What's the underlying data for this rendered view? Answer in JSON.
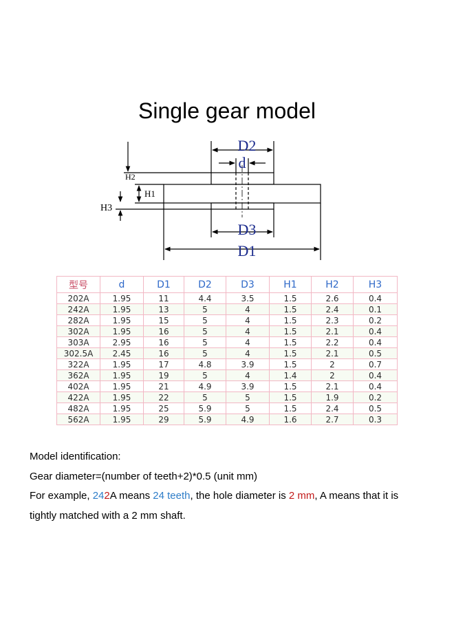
{
  "title": "Single gear model",
  "diagram": {
    "labels": {
      "d2": "D2",
      "d": "d",
      "d3": "D3",
      "d1": "D1",
      "h1": "H1",
      "h2": "H2",
      "h3": "H3"
    },
    "colors": {
      "line": "#000000",
      "dim_text": "#1a2a8c",
      "label_text": "#000000"
    }
  },
  "table": {
    "headers": [
      "型号",
      "d",
      "D1",
      "D2",
      "D3",
      "H1",
      "H2",
      "H3"
    ],
    "rows": [
      [
        "202A",
        "1.95",
        "11",
        "4.4",
        "3.5",
        "1.5",
        "2.6",
        "0.4"
      ],
      [
        "242A",
        "1.95",
        "13",
        "5",
        "4",
        "1.5",
        "2.4",
        "0.1"
      ],
      [
        "282A",
        "1.95",
        "15",
        "5",
        "4",
        "1.5",
        "2.3",
        "0.2"
      ],
      [
        "302A",
        "1.95",
        "16",
        "5",
        "4",
        "1.5",
        "2.1",
        "0.4"
      ],
      [
        "303A",
        "2.95",
        "16",
        "5",
        "4",
        "1.5",
        "2.2",
        "0.4"
      ],
      [
        "302.5A",
        "2.45",
        "16",
        "5",
        "4",
        "1.5",
        "2.1",
        "0.5"
      ],
      [
        "322A",
        "1.95",
        "17",
        "4.8",
        "3.9",
        "1.5",
        "2",
        "0.7"
      ],
      [
        "362A",
        "1.95",
        "19",
        "5",
        "4",
        "1.4",
        "2",
        "0.4"
      ],
      [
        "402A",
        "1.95",
        "21",
        "4.9",
        "3.9",
        "1.5",
        "2.1",
        "0.4"
      ],
      [
        "422A",
        "1.95",
        "22",
        "5",
        "5",
        "1.5",
        "1.9",
        "0.2"
      ],
      [
        "482A",
        "1.95",
        "25",
        "5.9",
        "5",
        "1.5",
        "2.4",
        "0.5"
      ],
      [
        "562A",
        "1.95",
        "29",
        "5.9",
        "4.9",
        "1.6",
        "2.7",
        "0.3"
      ]
    ]
  },
  "notes": {
    "line1": "Model identification:",
    "line2": "Gear diameter=(number of teeth+2)*0.5 (unit mm)",
    "example": {
      "prefix": "For example, ",
      "model_teeth": "24",
      "model_hole": "2",
      "model_suffix": "A means ",
      "teeth": "24 teeth",
      "mid": ", the hole diameter is ",
      "hole": "2 mm",
      "rest": ", A means that it is"
    },
    "line4": "tightly matched with a 2 mm shaft."
  }
}
